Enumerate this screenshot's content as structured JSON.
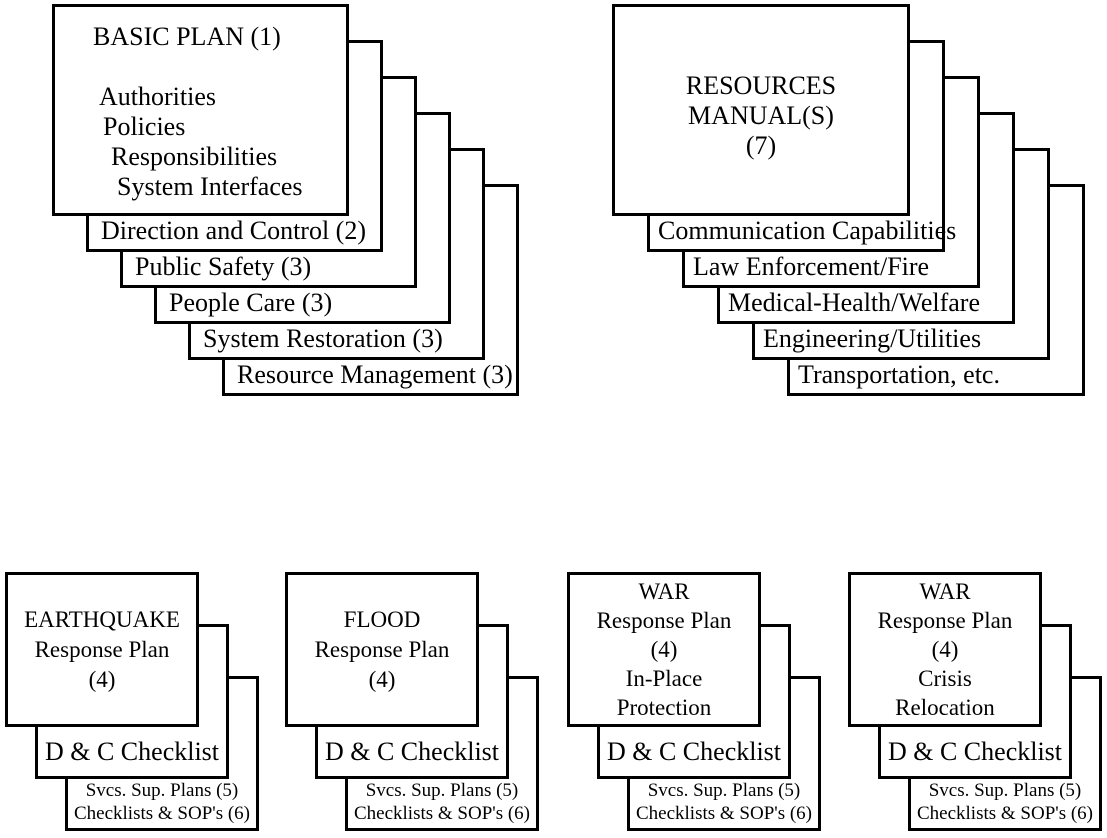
{
  "colors": {
    "background": "#ffffff",
    "box_fill": "#ffffff",
    "box_border": "#000000",
    "text": "#000000"
  },
  "basic_plan_stack": {
    "front": {
      "title": "BASIC PLAN (1)",
      "items": [
        "Authorities",
        "Policies",
        "Responsibilities",
        "System Interfaces"
      ]
    },
    "layers": [
      "Direction and Control (2)",
      "Public Safety (3)",
      "People Care (3)",
      "System Restoration (3)",
      "Resource Management (3)"
    ]
  },
  "resources_stack": {
    "front_lines": [
      "RESOURCES",
      "MANUAL(S)",
      "(7)"
    ],
    "layers": [
      "Communication Capabilities",
      "Law Enforcement/Fire",
      "Medical-Health/Welfare",
      "Engineering/Utilities",
      "Transportation, etc."
    ]
  },
  "response_stacks": [
    {
      "title_lines": [
        "EARTHQUAKE",
        "Response Plan",
        "(4)"
      ],
      "checklist": "D & C Checklist",
      "support_lines": [
        "Svcs. Sup. Plans (5)",
        "Checklists & SOP's (6)"
      ]
    },
    {
      "title_lines": [
        "FLOOD",
        "Response Plan",
        "(4)"
      ],
      "checklist": "D & C Checklist",
      "support_lines": [
        "Svcs. Sup. Plans (5)",
        "Checklists & SOP's (6)"
      ]
    },
    {
      "title_lines": [
        "WAR",
        "Response Plan",
        "(4)",
        "In-Place",
        "Protection"
      ],
      "checklist": "D & C Checklist",
      "support_lines": [
        "Svcs. Sup. Plans (5)",
        "Checklists & SOP's (6)"
      ]
    },
    {
      "title_lines": [
        "WAR",
        "Response Plan",
        "(4)",
        "Crisis",
        "Relocation"
      ],
      "checklist": "D & C Checklist",
      "support_lines": [
        "Svcs. Sup. Plans (5)",
        "Checklists & SOP's (6)"
      ]
    }
  ]
}
